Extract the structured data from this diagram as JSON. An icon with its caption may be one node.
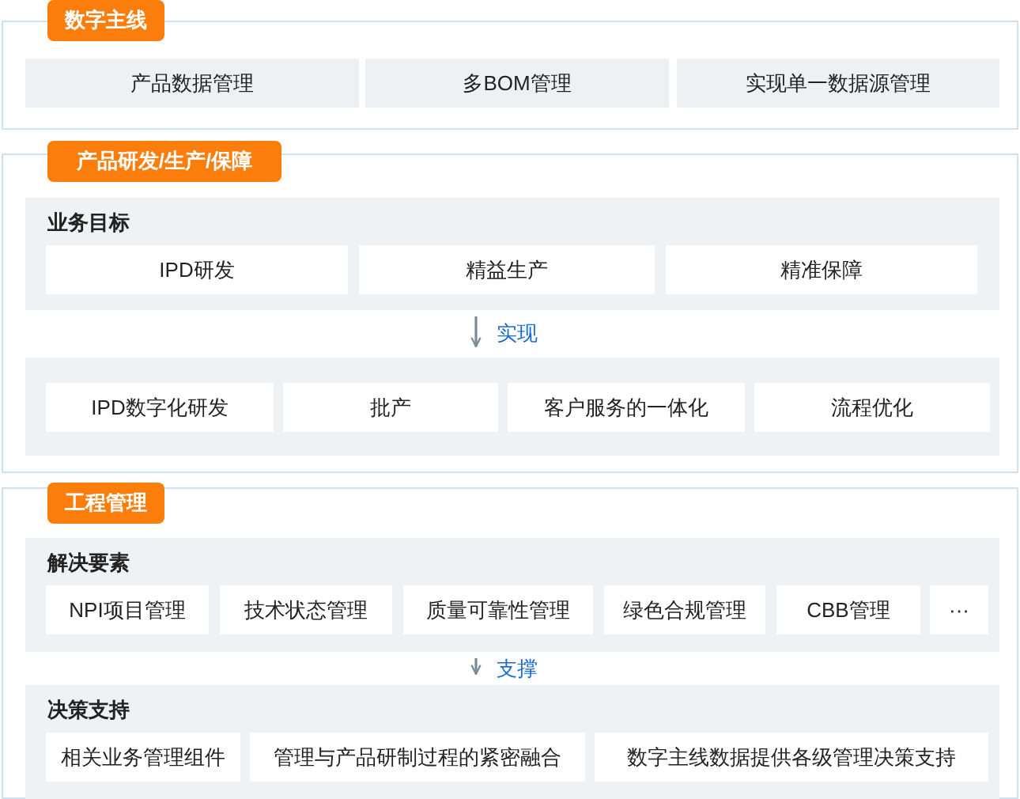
{
  "diagram": {
    "nodes": [
      {
        "text": [
          "数字主线"
        ]
      },
      {
        "text": [
          "产品数据管理"
        ],
        "in": 0
      },
      {
        "text": [
          "多BOM管理"
        ],
        "in": 0
      },
      {
        "text": [
          "实现单一数据源管理"
        ],
        "in": 0
      },
      {
        "text": [
          "产品研发/生产/保障"
        ]
      },
      {
        "text": [
          "业务目标"
        ],
        "in": 4
      },
      {
        "text": [
          "IPD研发"
        ],
        "in": 5
      },
      {
        "text": [
          "精益生产"
        ],
        "in": 5
      },
      {
        "text": [
          "精准保障"
        ],
        "in": 5
      },
      {
        "text": [],
        "shape": "box",
        "in": 4
      },
      {
        "text": [
          "IPD数字化研发"
        ],
        "in": 9
      },
      {
        "text": [
          "批产"
        ],
        "in": 9
      },
      {
        "text": [
          "客户服务的一体化"
        ],
        "in": 9
      },
      {
        "text": [
          "流程优化"
        ],
        "in": 9
      },
      {
        "text": [
          "工程管理"
        ]
      },
      {
        "text": [
          "解决要素"
        ],
        "in": 14
      },
      {
        "text": [
          "NPI项目管理"
        ],
        "in": 15
      },
      {
        "text": [
          "技术状态管理"
        ],
        "in": 15
      },
      {
        "text": [
          "质量可靠性管理"
        ],
        "in": 15
      },
      {
        "text": [
          "绿色合规管理"
        ],
        "in": 15
      },
      {
        "text": [
          "CBB管理"
        ],
        "in": 15
      },
      {
        "text": [
          "···"
        ],
        "in": 15
      },
      {
        "text": [
          "决策支持"
        ],
        "in": 14
      },
      {
        "text": [
          "相关业务管理组件"
        ],
        "in": 22
      },
      {
        "text": [
          "管理与产品研制过程的紧密融合"
        ],
        "in": 22
      },
      {
        "text": [
          "数字主线数据提供各级管理决策支持"
        ],
        "in": 22
      }
    ],
    "edges": [
      {
        "from": 5,
        "to": 9,
        "arrow": "to",
        "label": "实现"
      },
      {
        "from": 15,
        "to": 22,
        "arrow": "to",
        "label": "支撑"
      }
    ]
  }
}
